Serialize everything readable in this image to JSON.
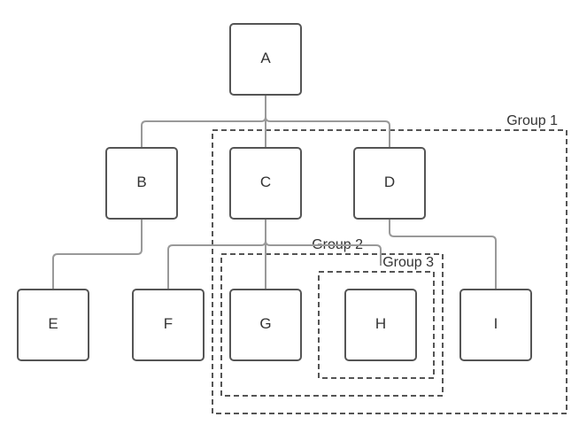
{
  "nodes": [
    {
      "id": "A",
      "label": "A"
    },
    {
      "id": "B",
      "label": "B"
    },
    {
      "id": "C",
      "label": "C"
    },
    {
      "id": "D",
      "label": "D"
    },
    {
      "id": "E",
      "label": "E"
    },
    {
      "id": "F",
      "label": "F"
    },
    {
      "id": "G",
      "label": "G"
    },
    {
      "id": "H",
      "label": "H"
    },
    {
      "id": "I",
      "label": "I"
    }
  ],
  "edges": [
    {
      "from": "A",
      "to": "B"
    },
    {
      "from": "A",
      "to": "C"
    },
    {
      "from": "A",
      "to": "D"
    },
    {
      "from": "B",
      "to": "E"
    },
    {
      "from": "C",
      "to": "F"
    },
    {
      "from": "C",
      "to": "G"
    },
    {
      "from": "C",
      "to": "H"
    },
    {
      "from": "D",
      "to": "I"
    }
  ],
  "groups": [
    {
      "id": "g1",
      "label": "Group 1"
    },
    {
      "id": "g2",
      "label": "Group 2"
    },
    {
      "id": "g3",
      "label": "Group 3"
    }
  ],
  "colors": {
    "node_border": "#555555",
    "edge": "#999999",
    "group_border": "#555555",
    "text": "#333333"
  }
}
